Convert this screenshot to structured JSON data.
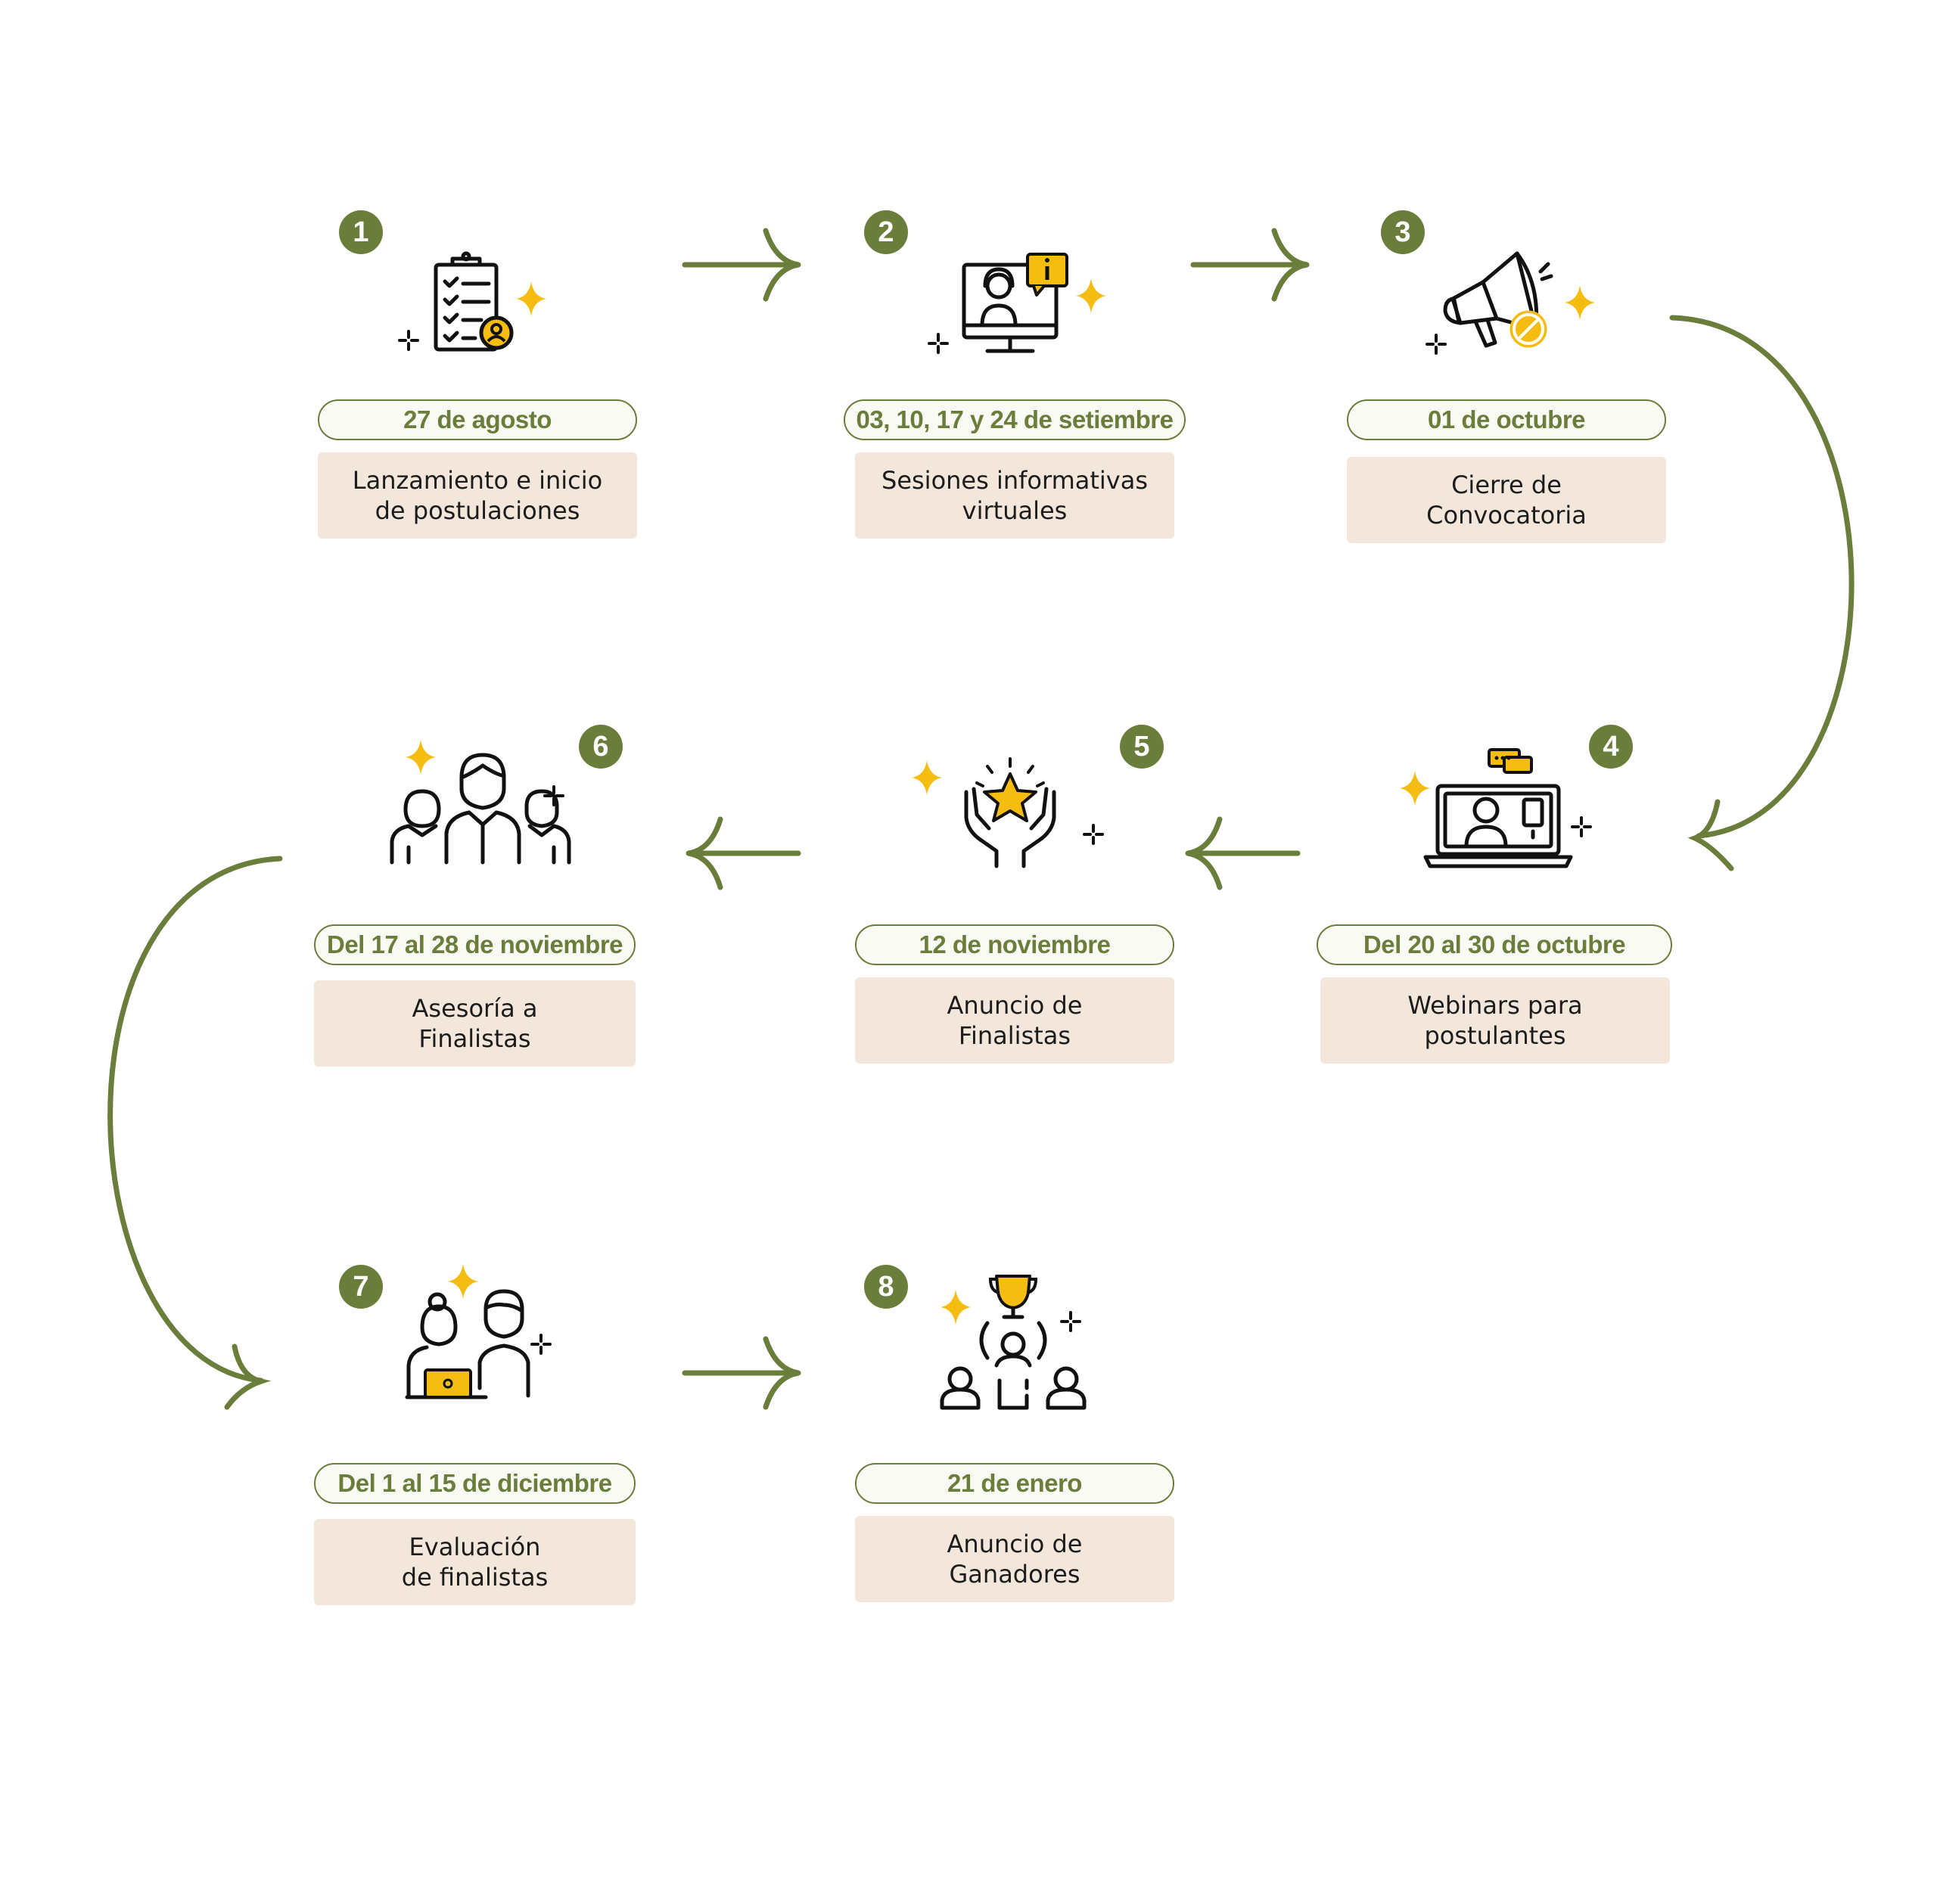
{
  "steps": [
    {
      "number": "1",
      "date": "27 de agosto",
      "label": "Lanzamiento e inicio\nde postulaciones",
      "icon": "clipboard-checklist-icon"
    },
    {
      "number": "2",
      "date": "03, 10, 17 y 24 de setiembre",
      "label": "Sesiones informativas\nvirtuales",
      "icon": "virtual-session-monitor-icon"
    },
    {
      "number": "3",
      "date": "01 de octubre",
      "label": "Cierre de\nConvocatoria",
      "icon": "megaphone-closed-icon"
    },
    {
      "number": "4",
      "date": "Del 20 al 30 de octubre",
      "label": "Webinars para\npostulantes",
      "icon": "laptop-webinar-icon"
    },
    {
      "number": "5",
      "date": "12 de noviembre",
      "label": "Anuncio de\nFinalistas",
      "icon": "hands-star-icon"
    },
    {
      "number": "6",
      "date": "Del 17 al 28 de noviembre",
      "label": "Asesoría a\nFinalistas",
      "icon": "group-people-icon"
    },
    {
      "number": "7",
      "date": "Del 1 al 15 de diciembre",
      "label": "Evaluación\nde finalistas",
      "icon": "evaluation-people-icon"
    },
    {
      "number": "8",
      "date": "21 de enero",
      "label": "Anuncio de\nGanadores",
      "icon": "trophy-winner-icon"
    }
  ],
  "colors": {
    "accent_green": "#6b7d3a",
    "label_fill": "#f3e7dc",
    "sparkle_yellow": "#f5bd12",
    "date_fill": "#fafaf5"
  }
}
